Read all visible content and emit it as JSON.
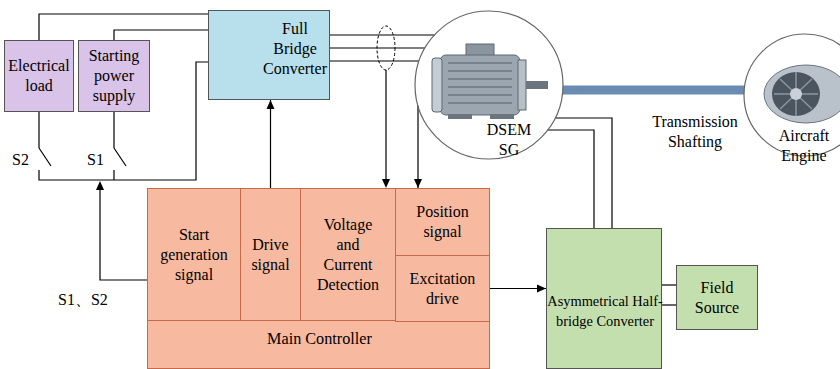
{
  "diagram": {
    "nodes": [
      {
        "text": [
          "Electrical load"
        ]
      },
      {
        "text": [
          "Starting power supply"
        ]
      },
      {
        "text": [
          "Full Bridge Converter"
        ]
      },
      {
        "text": [
          "DSEM SG"
        ]
      },
      {
        "text": [
          "Aircraft Engine"
        ]
      },
      {
        "text": [
          "Main Controller"
        ]
      },
      {
        "text": [
          "Start generation signal"
        ],
        "in": 5
      },
      {
        "text": [
          "Drive signal"
        ],
        "in": 5
      },
      {
        "text": [
          "Voltage and Current Detection"
        ],
        "in": 5
      },
      {
        "text": [
          "Position signal"
        ],
        "in": 5
      },
      {
        "text": [
          "Excitation drive"
        ],
        "in": 5
      },
      {
        "text": [
          "Asymmetrical Half-bridge Converter"
        ]
      },
      {
        "text": [
          "Field Source"
        ]
      }
    ],
    "edges": [
      {
        "from": 0,
        "to": 2,
        "arrow": "none"
      },
      {
        "from": 1,
        "to": 2,
        "arrow": "none"
      },
      {
        "from": 2,
        "to": 3,
        "arrow": "none"
      },
      {
        "from": 3,
        "to": 4,
        "label": "Transmission Shafting",
        "arrow": "none"
      },
      {
        "from": 3,
        "to": 9,
        "arrow": "to"
      },
      {
        "from": 7,
        "to": 2,
        "arrow": "to"
      },
      {
        "from": 10,
        "to": 11,
        "arrow": "to"
      },
      {
        "from": 11,
        "to": 3,
        "arrow": "none"
      },
      {
        "from": 11,
        "to": 12,
        "arrow": "none"
      }
    ],
    "labels": [
      "S2",
      "S1",
      "S1、S2"
    ]
  }
}
